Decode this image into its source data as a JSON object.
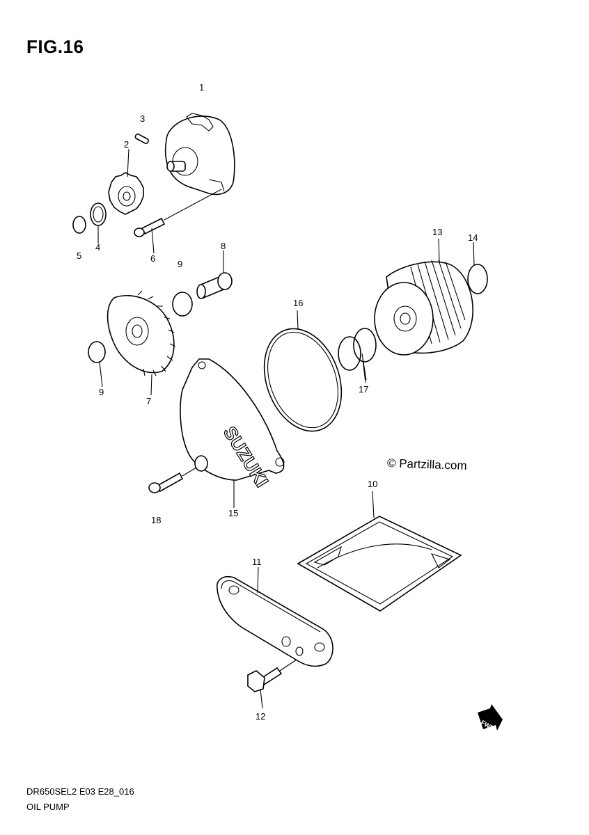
{
  "figure_title": "FIG.16",
  "footer": {
    "code": "DR650SEL2 E03 E28_016",
    "name": "OIL PUMP"
  },
  "copyright": "© Partzilla.com",
  "cover_lettering": "SUZUKI",
  "fwd_lettering": "FWD",
  "callouts": {
    "c1": "1",
    "c2": "2",
    "c3": "3",
    "c4": "4",
    "c5": "5",
    "c6": "6",
    "c7": "7",
    "c8": "8",
    "c9a": "9",
    "c9b": "9",
    "c10": "10",
    "c11": "11",
    "c12": "12",
    "c13": "13",
    "c14": "14",
    "c15": "15",
    "c16": "16",
    "c17": "17",
    "c18": "18"
  }
}
